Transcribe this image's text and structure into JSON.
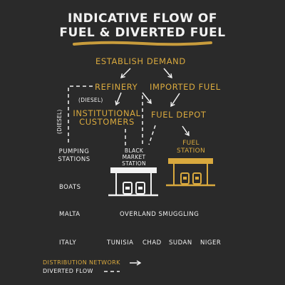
{
  "title": {
    "line1": "INDICATIVE FLOW OF",
    "line2": "FUEL & DIVERTED FUEL"
  },
  "nodes": {
    "establish_demand": "ESTABLISH DEMAND",
    "refinery": "REFINERY",
    "imported_fuel": "IMPORTED FUEL",
    "institutional_customers_line1": "INSTITUTIONAL",
    "institutional_customers_line2": "CUSTOMERS",
    "fuel_depot": "FUEL DEPOT",
    "fuel_station_line1": "FUEL",
    "fuel_station_line2": "STATION",
    "black_market_line1": "BLACK",
    "black_market_line2": "MARKET",
    "black_market_line3": "STATION",
    "pumping_stations_line1": "PUMPING",
    "pumping_stations_line2": "STATIONS"
  },
  "edge_labels": {
    "diesel_vertical": "(DIESEL)",
    "diesel_small": "(DIESEL)"
  },
  "places": {
    "boats": "BOATS",
    "malta": "MALTA",
    "overland_smuggling": "OVERLAND SMUGGLING",
    "italy": "ITALY",
    "tunisia": "TUNISIA",
    "chad": "CHAD",
    "sudan": "SUDAN",
    "niger": "NIGER"
  },
  "legend": {
    "distribution_network": "DISTRIBUTION NETWORK",
    "diverted_flow": "DIVERTED FLOW"
  },
  "colors": {
    "background": "#2a2a2a",
    "text_white": "#f2f2f2",
    "accent_gold": "#d9a93e"
  }
}
